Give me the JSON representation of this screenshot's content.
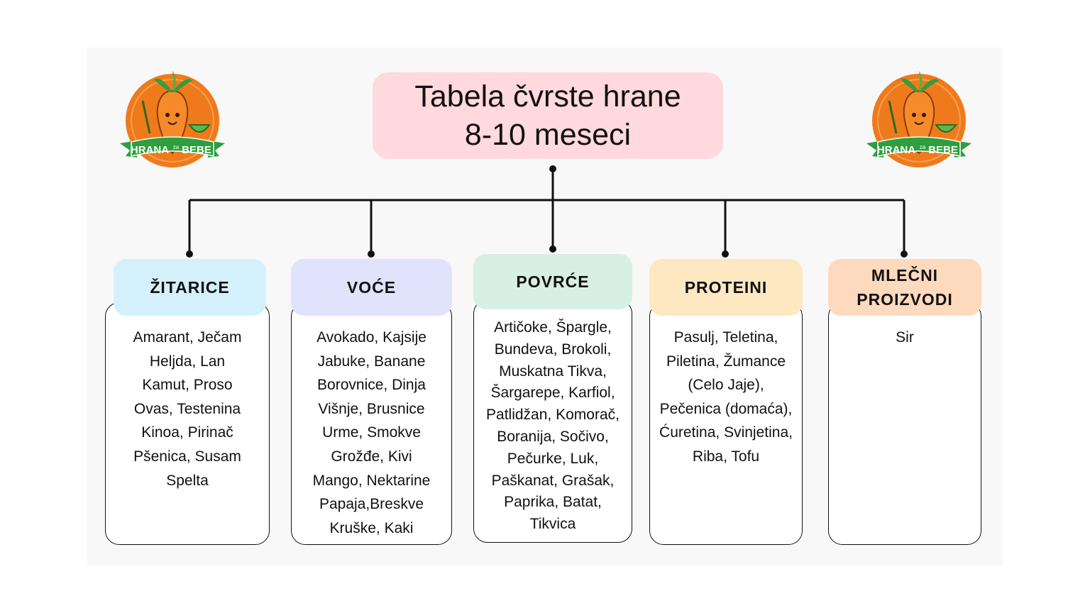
{
  "title": {
    "line1": "Tabela čvrste hrane",
    "line2": "8-10 meseci"
  },
  "logo": {
    "word1": "HRANA",
    "word_small": "za",
    "word2": "BEBE"
  },
  "colors": {
    "title_bg": "#ffd9de",
    "zitarice": "#d4f1fb",
    "voce": "#e1e3fc",
    "povrce": "#d7f0e3",
    "proteini": "#fde8c2",
    "mlecni": "#fdd9bd",
    "logo_orange": "#ef7a1c",
    "logo_green": "#2e9e3f"
  },
  "columns": [
    {
      "key": "zitarice",
      "header": "ŽITARICE",
      "items": [
        "Amarant, Ječam",
        "Heljda, Lan",
        "Kamut, Proso",
        "Ovas, Testenina",
        "Kinoa, Pirinač",
        "Pšenica, Susam",
        "Spelta"
      ]
    },
    {
      "key": "voce",
      "header": "VOĆE",
      "items": [
        "Avokado, Kajsije",
        "Jabuke, Banane",
        "Borovnice, Dinja",
        "Višnje, Brusnice",
        "Urme, Smokve",
        "Grožđe, Kivi",
        "Mango, Nektarine",
        "Papaja,Breskve",
        "Kruške, Kaki"
      ]
    },
    {
      "key": "povrce",
      "header": "POVRĆE",
      "items": [
        "Artičoke, Špargle,",
        "Bundeva, Brokoli,",
        "Muskatna Tikva,",
        "Šargarepe, Karfiol,",
        "Patlidžan, Komorač,",
        "Boranija, Sočivo,",
        "Pečurke, Luk,",
        "Paškanat, Grašak,",
        "Paprika, Batat,",
        "Tikvica"
      ]
    },
    {
      "key": "proteini",
      "header": "PROTEINI",
      "items": [
        "Pasulj, Teletina,",
        "Piletina, Žumance",
        "(Celo Jaje),",
        "Pečenica (domaća),",
        "Ćuretina, Svinjetina,",
        "Riba, Tofu"
      ]
    },
    {
      "key": "mlecni",
      "header_line1": "MLEČNI",
      "header_line2": "PROIZVODI",
      "items": [
        "Sir"
      ]
    }
  ]
}
